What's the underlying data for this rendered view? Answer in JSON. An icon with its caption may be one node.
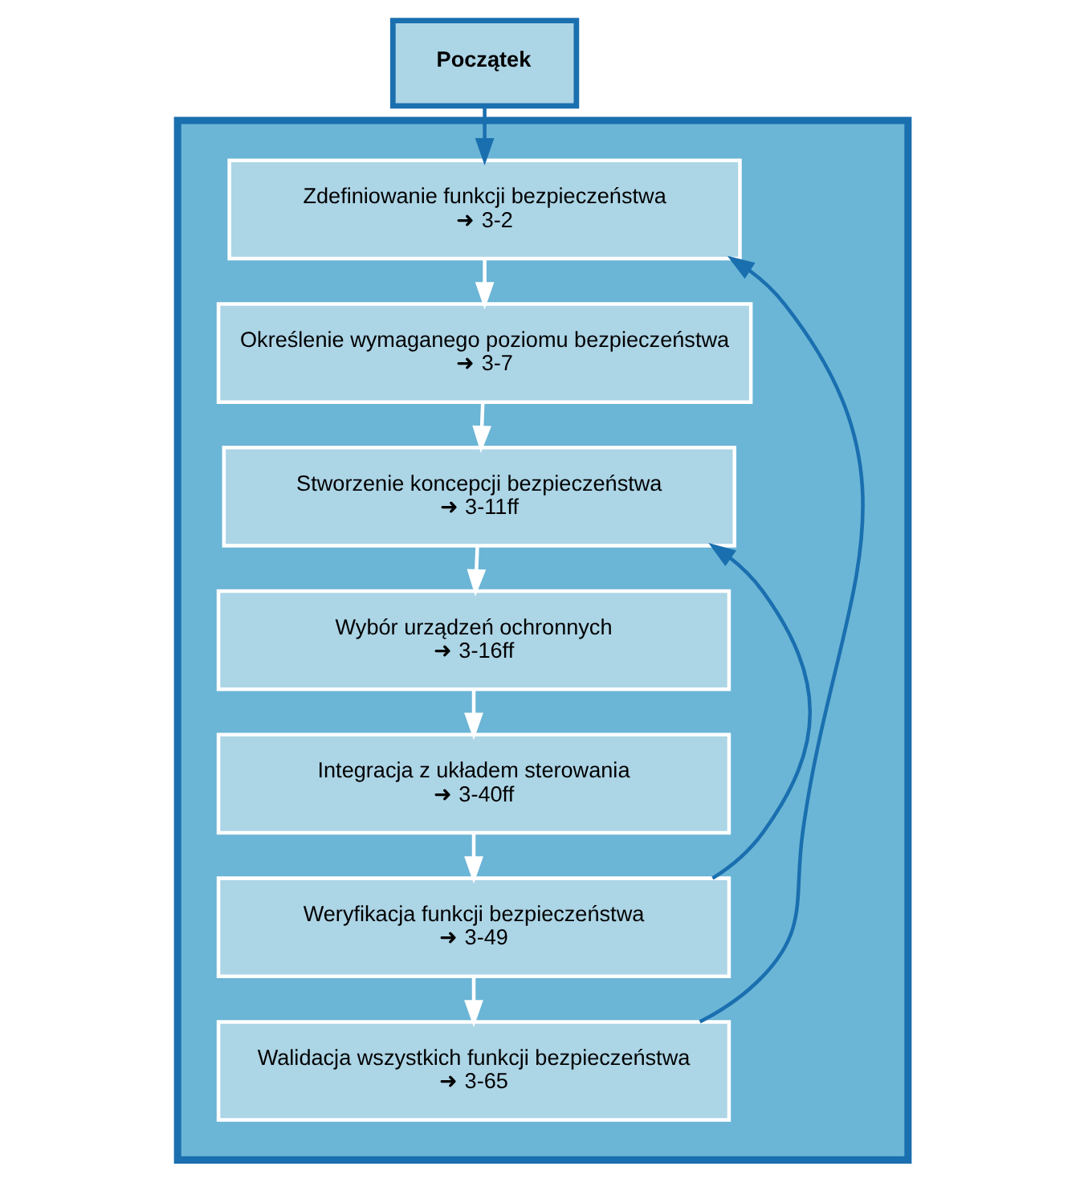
{
  "diagram": {
    "nodes": [
      {
        "text": [
          "Początek"
        ]
      },
      {
        "text": [],
        "shape": "box"
      },
      {
        "text": [
          "Zdefiniowanie funkcji bezpieczeństwa",
          "➜ 3-2"
        ],
        "in": 1
      },
      {
        "text": [
          "Określenie wymaganego poziomu bezpieczeństwa",
          "➜ 3-7"
        ],
        "in": 1
      },
      {
        "text": [
          "Stworzenie koncepcji bezpieczeństwa",
          "➜ 3-11ff"
        ],
        "in": 1
      },
      {
        "text": [
          "Wybór urządzeń ochronnych",
          "➜ 3-16ff"
        ],
        "in": 1
      },
      {
        "text": [
          "Integracja z układem sterowania",
          "➜ 3-40ff"
        ],
        "in": 1
      },
      {
        "text": [
          "Weryfikacja funkcji bezpieczeństwa",
          "➜ 3-49"
        ],
        "in": 1
      },
      {
        "text": [
          "Walidacja wszystkich funkcji bezpieczeństwa",
          "➜ 3-65"
        ],
        "in": 1
      }
    ],
    "edges": [
      {
        "from": 0,
        "to": 2,
        "arrow": "to",
        "color": "#1a6faf"
      },
      {
        "from": 2,
        "to": 3,
        "arrow": "to"
      },
      {
        "from": 3,
        "to": 4,
        "arrow": "to"
      },
      {
        "from": 4,
        "to": 5,
        "arrow": "to"
      },
      {
        "from": 5,
        "to": 6,
        "arrow": "to"
      },
      {
        "from": 6,
        "to": 7,
        "arrow": "to"
      },
      {
        "from": 7,
        "to": 8,
        "arrow": "to"
      },
      {
        "from": 7,
        "to": 4,
        "arrow": "to",
        "color": "#1a6faf"
      },
      {
        "from": 8,
        "to": 2,
        "arrow": "to",
        "color": "#1a6faf"
      }
    ]
  }
}
